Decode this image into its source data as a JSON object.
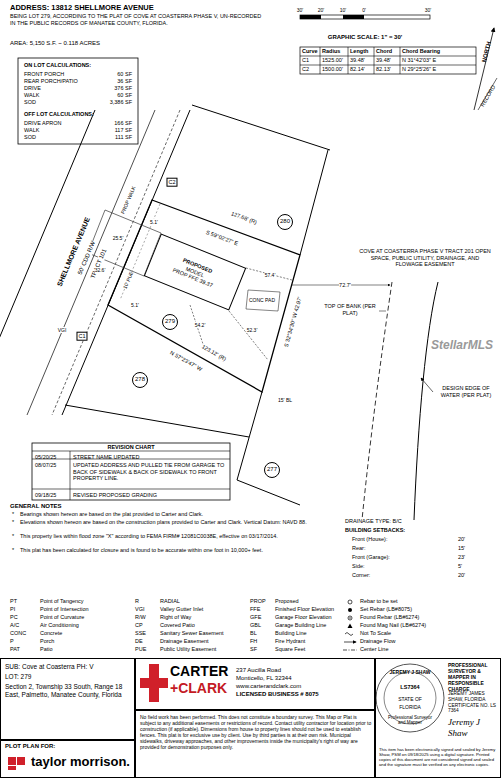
{
  "diagram": {
    "title": "ADDRESS: 13812 SHELLMORE AVENUE",
    "nodes": [
      {
        "text": [
          "280"
        ]
      },
      {
        "text": [
          "279"
        ]
      },
      {
        "text": [
          "278"
        ]
      },
      {
        "text": [
          "277"
        ]
      },
      {
        "text": [
          "PROPOSED",
          "MODEL",
          "PROP FFE 39.37"
        ]
      },
      {
        "text": [
          "SUB: Cove at Coasterra PH: V",
          "LOT: 279",
          "Section 2, Township 33 South, Range 18 East, Palmetto, Manatee County, Florida"
        ]
      },
      {
        "text": [
          "PLOT PLAN FOR:",
          "taylor morrison."
        ]
      },
      {
        "text": [
          "CARTER",
          "+CLARK",
          "237 Aucilla Road",
          "Monticello, FL 32344",
          "www.carterandclark.com",
          "LICENSED BUSINESS # 8075"
        ]
      },
      {
        "text": [
          "No field work has been performed. This does not constitute a boundary survey. This Map or Plat is subject to any additional easements or restrictions of record. Contact utility contractor for location prior to construction (if applicable). Dimensions from house to property lines should not be used to establish fences. This plat is for exclusive use by client. Use by third parties is at their own risk. Municipal sidewalks, driveway approaches, and other improvements inside the municipality's right of way are provided for demonstration purposes only."
        ]
      },
      {
        "text": [
          "PROFESSIONAL SURVEYOR & MAPPER IN RESPONSIBLE CHARGE",
          "JEREMY JAMES SHAW, FLORIDA CERTIFICATE NO. LS 7364",
          "Jeremy J Shaw",
          "This item has been electronically signed and sealed by Jeremy Shaw, PSM on 09/18/2025 using a digital signature. Printed copies of this document are not considered signed and sealed and the signature must be verified on any electronic copies."
        ]
      }
    ],
    "labels": [
      "BEING LOT 279, ACCORDING TO THE PLAT OF COVE AT COASTERRA PHASE V, UN-RECORDED IN THE PUBLIC RECORDS OF MANATEE COUNTY, FLORIDA.",
      "AREA: 5,150 S.F. ~ 0.118 ACRES",
      "ON LOT CALCULATIONS:",
      "FRONT PORCH",
      "60 SF",
      "REAR PORCH/PATIO",
      "36 SF",
      "DRIVE",
      "376 SF",
      "WALK",
      "60 SF",
      "SOD",
      "3,386 SF",
      "OFF LOT CALCULATIONS:",
      "DRIVE APRON",
      "166 SF",
      "WALK",
      "117 SF",
      "SOD",
      "111 SF",
      "30'",
      "20'",
      "10'",
      "0'",
      "30'",
      "GRAPHIC SCALE: 1\" = 30'",
      "Curve",
      "Radius",
      "Length",
      "Chord",
      "Chord Bearing",
      "C1",
      "1525.00'",
      "39.48'",
      "39.48'",
      "N 31°42'03\" E",
      "C2",
      "1500.00'",
      "82.14'",
      "82.13'",
      "N 29°25'26\" E",
      "NORTH",
      "RECORD",
      "SHELLMORE AVENUE",
      "50' CDD R/W",
      "TRACT 101",
      "C2",
      "C1",
      "S 59°02'27\" E",
      "127.68' (R)",
      "N 57°23'47\" W",
      "123.12' (R)",
      "S 32°34'30\" W 42.97'",
      "72.7'",
      "57.4'",
      "52.3'",
      "54.2'",
      "CONC PAD",
      "15' BL",
      "5.1'",
      "5.1'",
      "25.5'",
      "32.6'",
      "10' PUE",
      "VGI",
      "PROP WALK",
      "COVE AT COASTERRA PHASE V TRACT 201 OPEN SPACE, PUBLIC UTILITY, DRAINAGE, AND FLOWAGE EASEMENT",
      "TOP OF BANK (PER PLAT)",
      "DESIGN EDGE OF WATER (PER PLAT)",
      "StellarMLS",
      "DRAINAGE TYPE: B/C",
      "BUILDING SETBACKS:",
      "Front (House):",
      "20'",
      "Rear:",
      "15'",
      "Front (Garage):",
      "23'",
      "Side:",
      "5'",
      "Corner:",
      "20'",
      "REVISION CHART",
      "05/20/25",
      "STREET NAME UPDATED",
      "08/07/25",
      "UPDATED ADDRESS AND PULLED TIE FROM GARAGE TO BACK OF SIDEWALK & BACK OF SIDEWALK TO FRONT PROPERTY LINE.",
      "09/18/25",
      "REVISED PROPOSED GRADING",
      "GENERAL NOTES",
      "*",
      "Bearings shown hereon are based on the plat provided to Carter and Clark.",
      "*",
      "Elevations shown hereon are based on the construction plans provided to Carter and Clark. Vertical Datum: NAVD 88.",
      "*",
      "This property lies within flood zone \"X\" according to FEMA FIRM# 12081C0038E, effective on 03/17/2014.",
      "*",
      "This plat has been calculated for closure and is found to be accurate within one foot in 10,000+ feet.",
      "PT",
      "Point of Tangency",
      "R",
      "RADIAL",
      "PROP",
      "Proposed",
      "PI",
      "Point of Intersection",
      "VGI",
      "Valley Gutter Inlet",
      "FFE",
      "Finished Floor Elevation",
      "PC",
      "Point of Curvature",
      "R/W",
      "Right of Way",
      "GFE",
      "Garage Floor Elevation",
      "A/C",
      "Air Conditioning",
      "CP",
      "Covered Patio",
      "GBL",
      "Garage Building Line",
      "CONC",
      "Concrete",
      "SSE",
      "Sanitary Sewer Easement",
      "BL",
      "Building Line",
      "P",
      "Porch",
      "DE",
      "Drainage Easement",
      "FH",
      "Fire Hydrant",
      "PAT",
      "Patio",
      "PUE",
      "Public Utility Easement",
      "SF",
      "Square Feet",
      "JEREMY J SHAW",
      "LS7364",
      "STATE OF",
      "FLORIDA",
      "Professional Surveyor and Mapper"
    ],
    "legend": [
      {
        "text": "Rebar to be set"
      },
      {
        "text": "Set Rebar (LB#8075)"
      },
      {
        "text": "Found Rebar (LB#6274)"
      },
      {
        "text": "Found Mag Nail (LB#6274)"
      },
      {
        "text": "Not To Scale"
      },
      {
        "text": "Drainage Flow"
      },
      {
        "text": "Center Line"
      }
    ]
  }
}
